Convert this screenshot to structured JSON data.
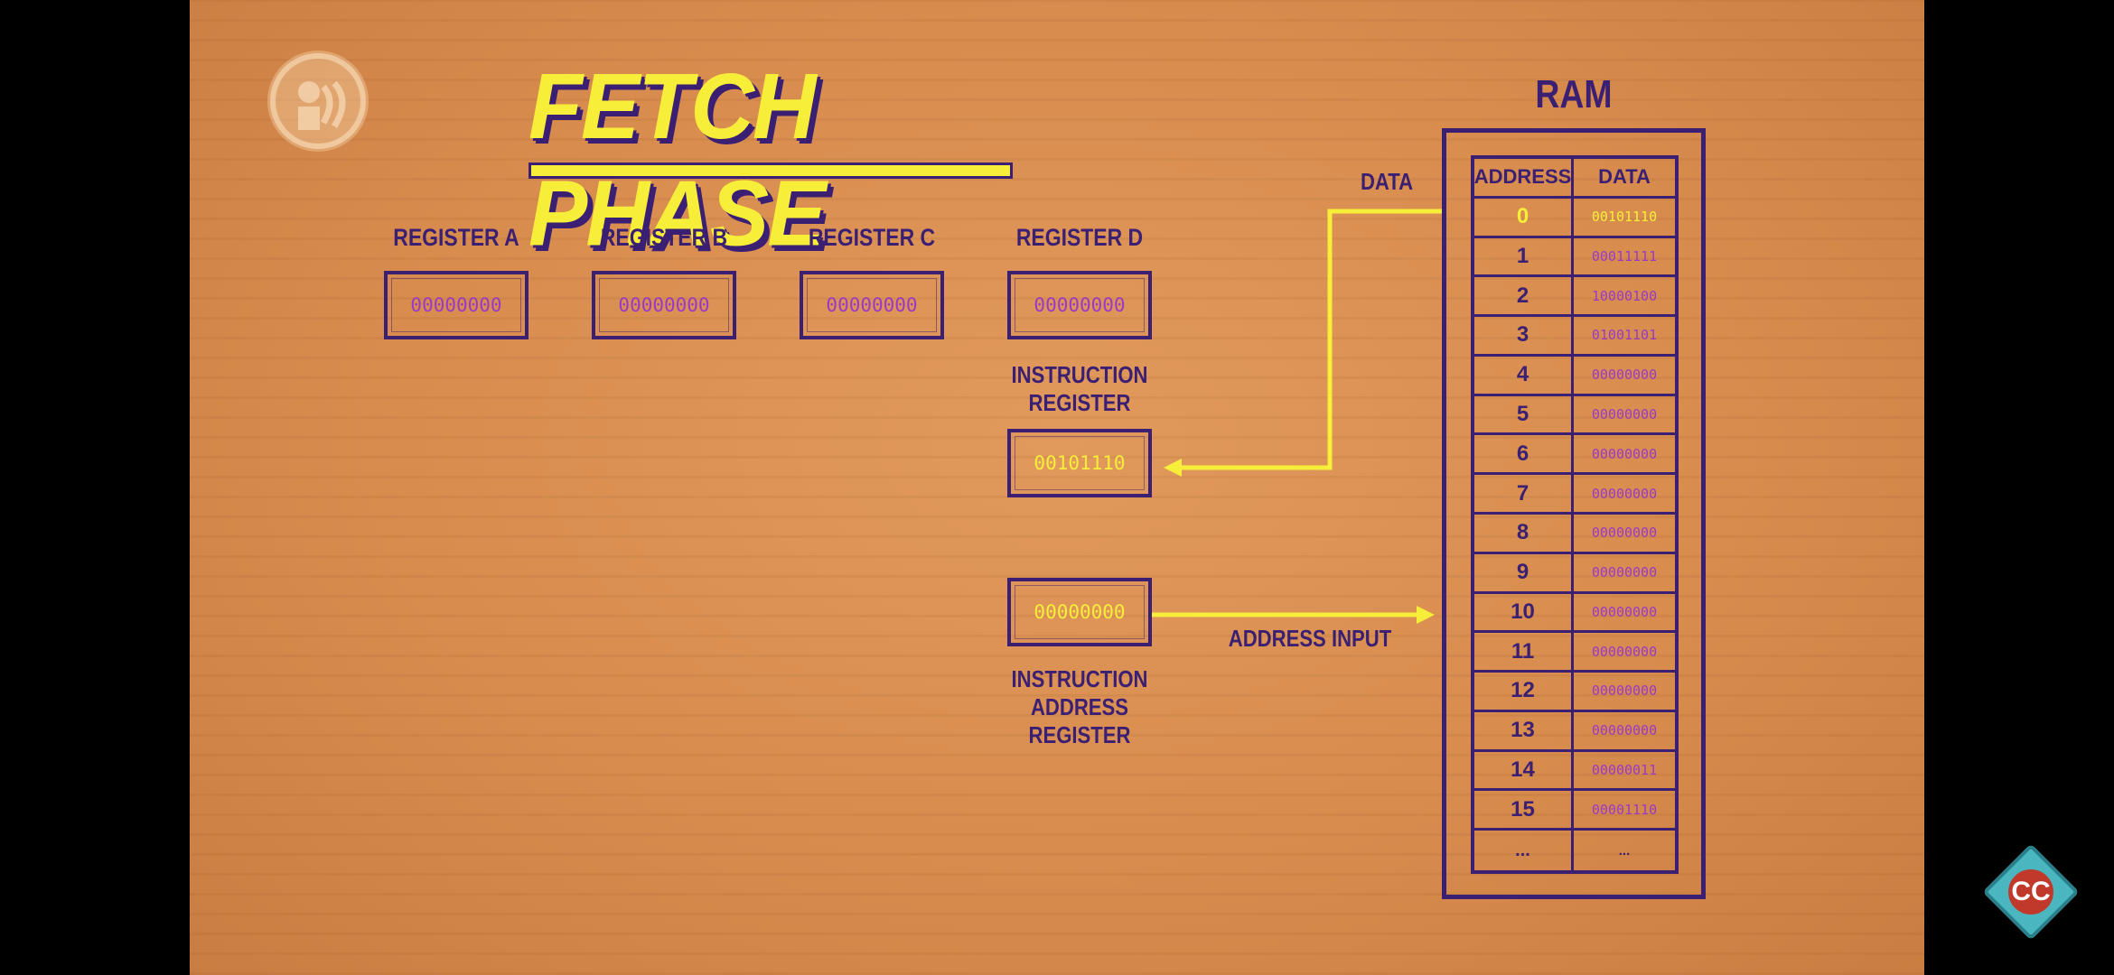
{
  "video": {
    "title": "FETCH PHASE",
    "registers": [
      {
        "label": "REGISTER A",
        "value": "00000000"
      },
      {
        "label": "REGISTER B",
        "value": "00000000"
      },
      {
        "label": "REGISTER C",
        "value": "00000000"
      },
      {
        "label": "REGISTER D",
        "value": "00000000"
      }
    ],
    "instruction_register": {
      "label_line1": "INSTRUCTION",
      "label_line2": "REGISTER",
      "value": "00101110"
    },
    "instruction_address_register": {
      "label_line1": "INSTRUCTION",
      "label_line2": "ADDRESS REGISTER",
      "value": "00000000"
    },
    "data_label": "DATA",
    "address_input_label": "ADDRESS INPUT",
    "ram": {
      "title": "RAM",
      "headers": {
        "address": "ADDRESS",
        "data": "DATA"
      },
      "rows": [
        {
          "address": "0",
          "data": "00101110"
        },
        {
          "address": "1",
          "data": "00011111"
        },
        {
          "address": "2",
          "data": "10000100"
        },
        {
          "address": "3",
          "data": "01001101"
        },
        {
          "address": "4",
          "data": "00000000"
        },
        {
          "address": "5",
          "data": "00000000"
        },
        {
          "address": "6",
          "data": "00000000"
        },
        {
          "address": "7",
          "data": "00000000"
        },
        {
          "address": "8",
          "data": "00000000"
        },
        {
          "address": "9",
          "data": "00000000"
        },
        {
          "address": "10",
          "data": "00000000"
        },
        {
          "address": "11",
          "data": "00000000"
        },
        {
          "address": "12",
          "data": "00000000"
        },
        {
          "address": "13",
          "data": "00000000"
        },
        {
          "address": "14",
          "data": "00000011"
        },
        {
          "address": "15",
          "data": "00001110"
        },
        {
          "address": "...",
          "data": "..."
        }
      ]
    },
    "badge_text": "CC",
    "colors": {
      "background": "#d88c4e",
      "ink": "#3b1f72",
      "highlight": "#f7ee3a",
      "bits": "#9a39c8"
    }
  }
}
